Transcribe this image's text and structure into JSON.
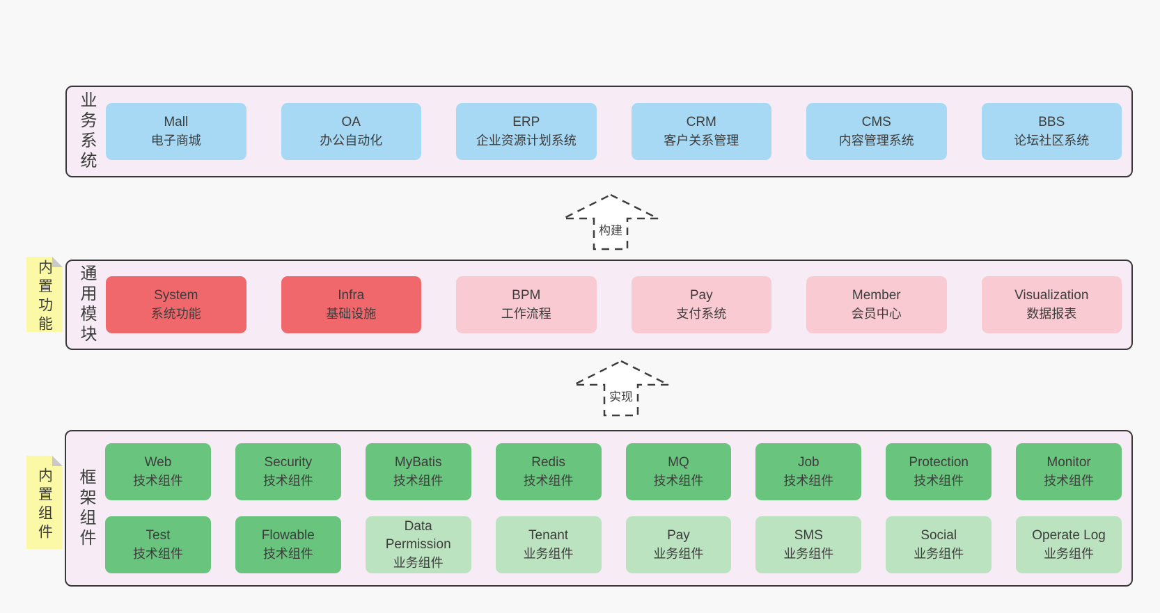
{
  "colors": {
    "page_bg": "#f8f8f8",
    "panel_bg": "#f7ecf5",
    "panel_border": "#383838",
    "text": "#3c3c3c",
    "blue": "#a7d9f4",
    "red": "#f0686b",
    "pink": "#facad2",
    "green": "#69c57d",
    "light_green": "#bce3c0",
    "note_yellow": "#fbf9a5",
    "note_fold": "#c9c9c9"
  },
  "arrows": [
    {
      "label": "构建"
    },
    {
      "label": "实现"
    }
  ],
  "layers": [
    {
      "side_label": "业务系统",
      "rows": [
        [
          {
            "en": "Mall",
            "zh": "电子商城",
            "variant": "blue"
          },
          {
            "en": "OA",
            "zh": "办公自动化",
            "variant": "blue"
          },
          {
            "en": "ERP",
            "zh": "企业资源计划系统",
            "variant": "blue"
          },
          {
            "en": "CRM",
            "zh": "客户关系管理",
            "variant": "blue"
          },
          {
            "en": "CMS",
            "zh": "内容管理系统",
            "variant": "blue"
          },
          {
            "en": "BBS",
            "zh": "论坛社区系统",
            "variant": "blue"
          }
        ]
      ]
    },
    {
      "side_label": "通用模块",
      "note": "内置功能",
      "rows": [
        [
          {
            "en": "System",
            "zh": "系统功能",
            "variant": "red"
          },
          {
            "en": "Infra",
            "zh": "基础设施",
            "variant": "red"
          },
          {
            "en": "BPM",
            "zh": "工作流程",
            "variant": "pink"
          },
          {
            "en": "Pay",
            "zh": "支付系统",
            "variant": "pink"
          },
          {
            "en": "Member",
            "zh": "会员中心",
            "variant": "pink"
          },
          {
            "en": "Visualization",
            "zh": "数据报表",
            "variant": "pink"
          }
        ]
      ]
    },
    {
      "side_label": "框架组件",
      "note": "内置组件",
      "rows": [
        [
          {
            "en": "Web",
            "zh": "技术组件",
            "variant": "green"
          },
          {
            "en": "Security",
            "zh": "技术组件",
            "variant": "green"
          },
          {
            "en": "MyBatis",
            "zh": "技术组件",
            "variant": "green"
          },
          {
            "en": "Redis",
            "zh": "技术组件",
            "variant": "green"
          },
          {
            "en": "MQ",
            "zh": "技术组件",
            "variant": "green"
          },
          {
            "en": "Job",
            "zh": "技术组件",
            "variant": "green"
          },
          {
            "en": "Protection",
            "zh": "技术组件",
            "variant": "green"
          },
          {
            "en": "Monitor",
            "zh": "技术组件",
            "variant": "green"
          }
        ],
        [
          {
            "en": "Test",
            "zh": "技术组件",
            "variant": "green"
          },
          {
            "en": "Flowable",
            "zh": "技术组件",
            "variant": "green"
          },
          {
            "en": "Data Permission",
            "zh": "业务组件",
            "variant": "lightgreen"
          },
          {
            "en": "Tenant",
            "zh": "业务组件",
            "variant": "lightgreen"
          },
          {
            "en": "Pay",
            "zh": "业务组件",
            "variant": "lightgreen"
          },
          {
            "en": "SMS",
            "zh": "业务组件",
            "variant": "lightgreen"
          },
          {
            "en": "Social",
            "zh": "业务组件",
            "variant": "lightgreen"
          },
          {
            "en": "Operate Log",
            "zh": "业务组件",
            "variant": "lightgreen"
          }
        ]
      ]
    }
  ]
}
